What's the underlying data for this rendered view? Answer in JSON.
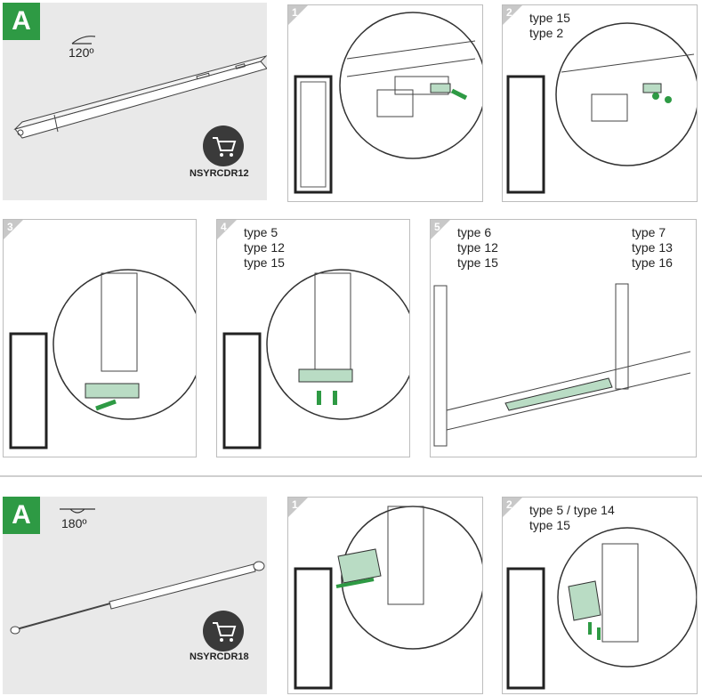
{
  "sectionA1": {
    "badge": "A",
    "angle": "120º",
    "product_code": "NSYRCDR12",
    "cart_icon": "shopping-cart-icon"
  },
  "sectionA2": {
    "badge": "A",
    "angle": "180º",
    "product_code": "NSYRCDR18",
    "cart_icon": "shopping-cart-icon"
  },
  "steps": {
    "s1": {
      "num": "1"
    },
    "s2": {
      "num": "2",
      "types": [
        "type 15",
        "type 2"
      ]
    },
    "s3": {
      "num": "3"
    },
    "s4": {
      "num": "4",
      "types": [
        "type 5",
        "type 12",
        "type 15"
      ]
    },
    "s5": {
      "num": "5",
      "types_left": [
        "type 6",
        "type 12",
        "type 15"
      ],
      "types_right": [
        "type 7",
        "type 13",
        "type 16"
      ]
    },
    "b1": {
      "num": "1"
    },
    "b2": {
      "num": "2",
      "types": [
        "type 5 / type 14",
        "type 15"
      ]
    }
  },
  "colors": {
    "badge_green": "#2e9a44",
    "part_green": "#b9dcc4",
    "arrow_green": "#2e9a44",
    "panel_grey": "#e9e9e9"
  }
}
